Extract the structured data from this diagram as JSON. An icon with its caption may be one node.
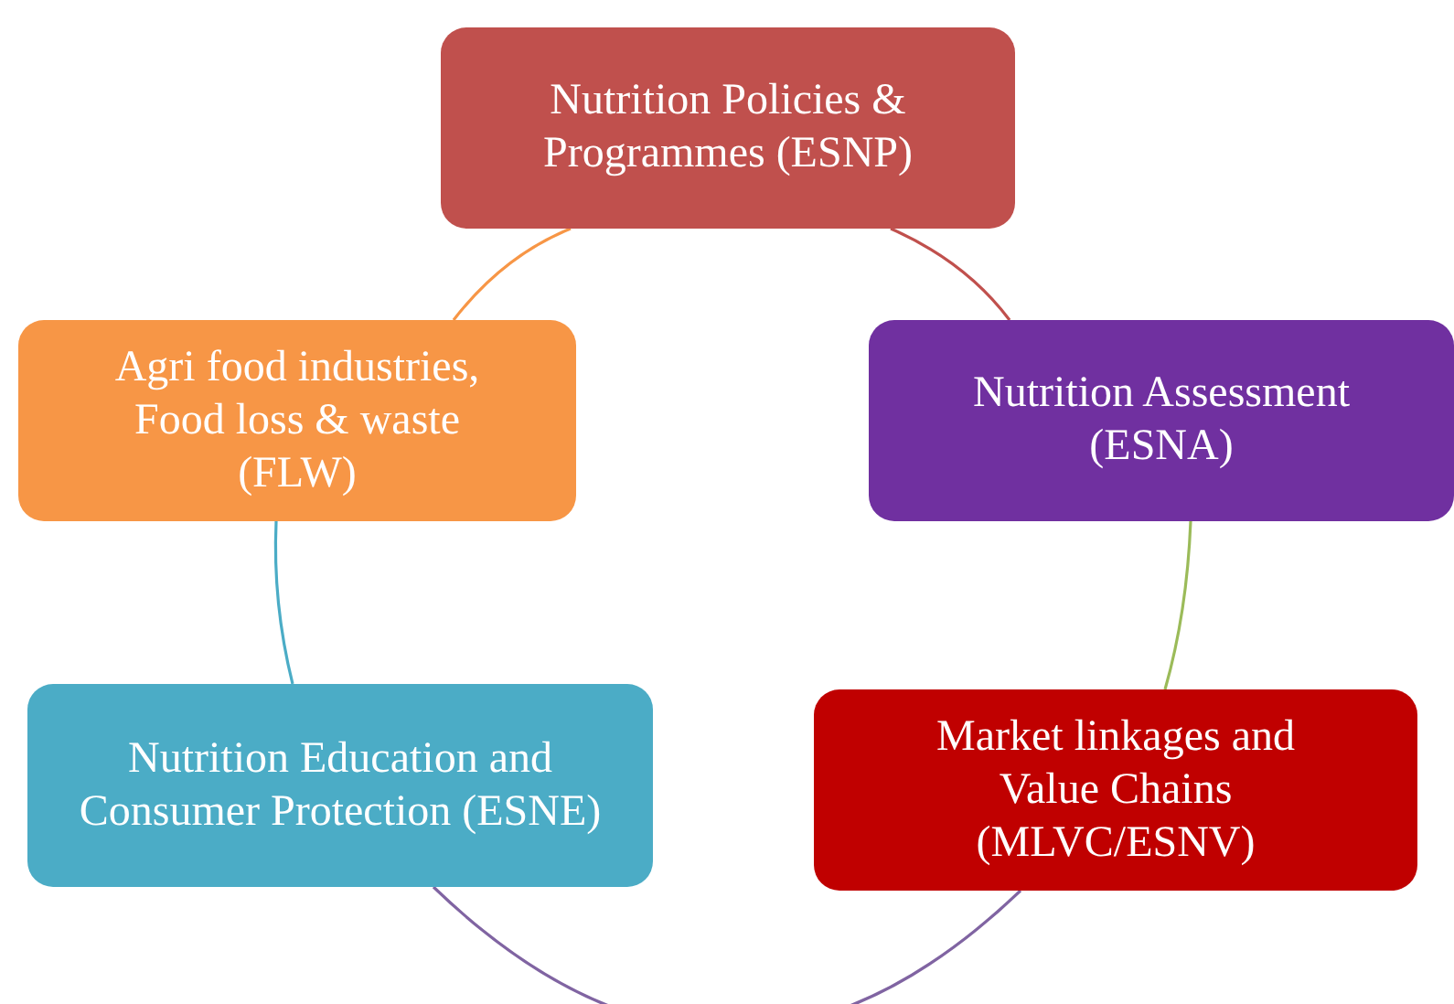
{
  "diagram": {
    "nodes": [
      {
        "text": [
          "Nutrition Policies & Programmes (ESNP)"
        ]
      },
      {
        "text": [
          "Nutrition Assessment (ESNA)"
        ]
      },
      {
        "text": [
          "Market linkages and Value Chains (MLVC/ESNV)"
        ]
      },
      {
        "text": [
          "Nutrition Education and Consumer Protection (ESNE)"
        ]
      },
      {
        "text": [
          "Agri food industries, Food loss & waste (FLW)"
        ]
      }
    ],
    "edges": [
      {
        "from": 0,
        "to": 1,
        "arrow": "none",
        "color": "#c0504d"
      },
      {
        "from": 1,
        "to": 2,
        "arrow": "none",
        "color": "#9bbb59"
      },
      {
        "from": 2,
        "to": 3,
        "arrow": "none",
        "color": "#8064a2"
      },
      {
        "from": 3,
        "to": 4,
        "arrow": "none",
        "color": "#4bacc6"
      },
      {
        "from": 4,
        "to": 0,
        "arrow": "none",
        "color": "#f79646"
      }
    ]
  }
}
